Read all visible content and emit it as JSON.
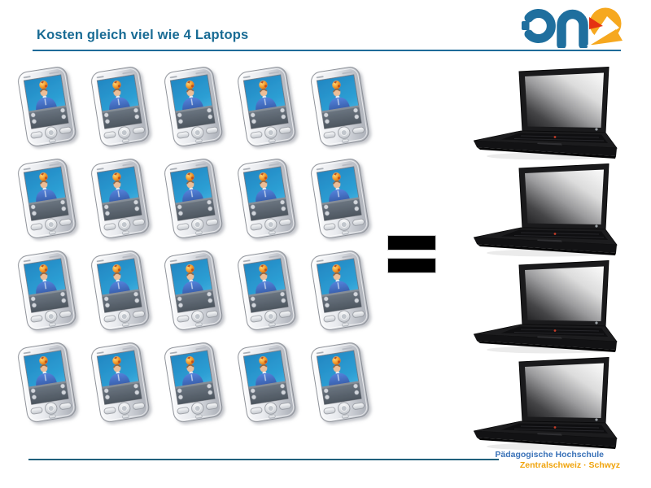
{
  "slide": {
    "title": "Kosten gleich viel wie 4 Laptops"
  },
  "logo": {
    "text": "PHZ"
  },
  "comparison": {
    "pda_count": 20,
    "laptop_count": 4,
    "equals_symbol": "="
  },
  "footer": {
    "line1": "Pädagogische Hochschule",
    "line2": "Zentralschweiz · Schwyz"
  },
  "theme": {
    "title_color": "#186b94",
    "rule_color": "#1d6b99",
    "footer_rule_color": "#20607c",
    "footer_blue": "#3a72b8",
    "footer_orange": "#f0a30a",
    "equals_color": "#000000",
    "logo_blue": "#1f6f9e",
    "logo_orange": "#f6a81f",
    "logo_red": "#e53212"
  }
}
